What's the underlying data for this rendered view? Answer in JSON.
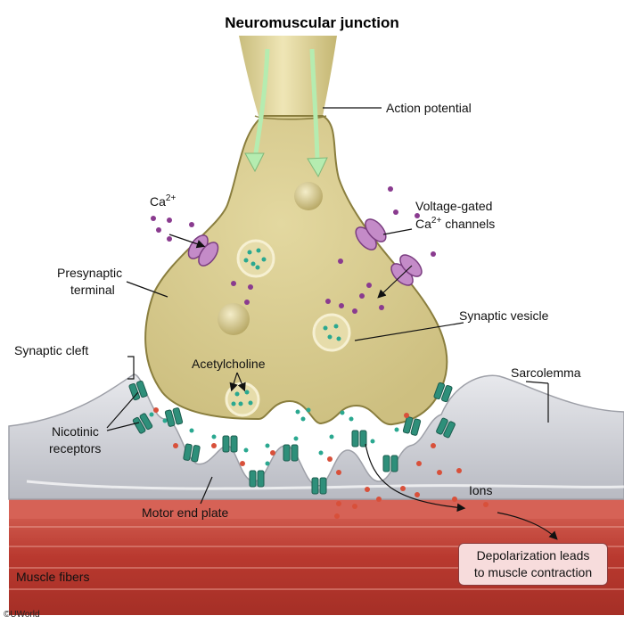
{
  "title": "Neuromuscular junction",
  "labels": {
    "action_potential": "Action potential",
    "ca_symbol": "Ca",
    "ca_superscript": "2+",
    "voltage_gated_line1": "Voltage-gated",
    "voltage_gated_ca": "Ca",
    "voltage_gated_superscript": "2+",
    "voltage_gated_line2_rest": " channels",
    "presynaptic_line1": "Presynaptic",
    "presynaptic_line2": "terminal",
    "synaptic_vesicle": "Synaptic vesicle",
    "synaptic_cleft": "Synaptic cleft",
    "acetylcholine": "Acetylcholine",
    "sarcolemma": "Sarcolemma",
    "nicotinic_line1": "Nicotinic",
    "nicotinic_line2": "receptors",
    "motor_end_plate": "Motor end plate",
    "ions": "Ions",
    "muscle_fibers": "Muscle fibers",
    "depolarization_line1": "Depolarization leads",
    "depolarization_line2": "to muscle contraction"
  },
  "credit": "©UWorld",
  "colors": {
    "axon_fill": "#d9cf98",
    "calcium": "#8a3b8f",
    "acetylcholine": "#2aa890",
    "receptor": "#2e8f7a",
    "ion": "#d8503a",
    "muscle": "#c0463c",
    "sarcolemma": "#c9cbd1",
    "arrow_green": "#b5ecb0"
  }
}
